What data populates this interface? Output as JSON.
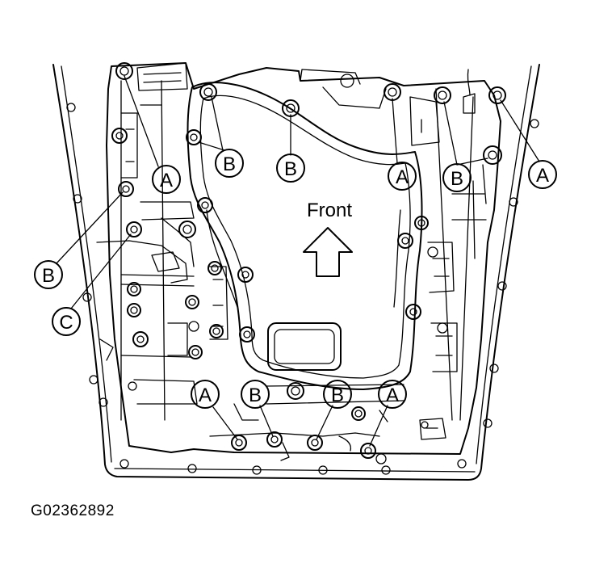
{
  "direction_label": "Front",
  "figure_id": "G02362892",
  "callout_letters": {
    "a": "A",
    "b": "B",
    "c": "C"
  },
  "line_color": "#000000",
  "background_color": "#ffffff",
  "icons": [
    "front-arrow-icon",
    "bolt-icon"
  ]
}
